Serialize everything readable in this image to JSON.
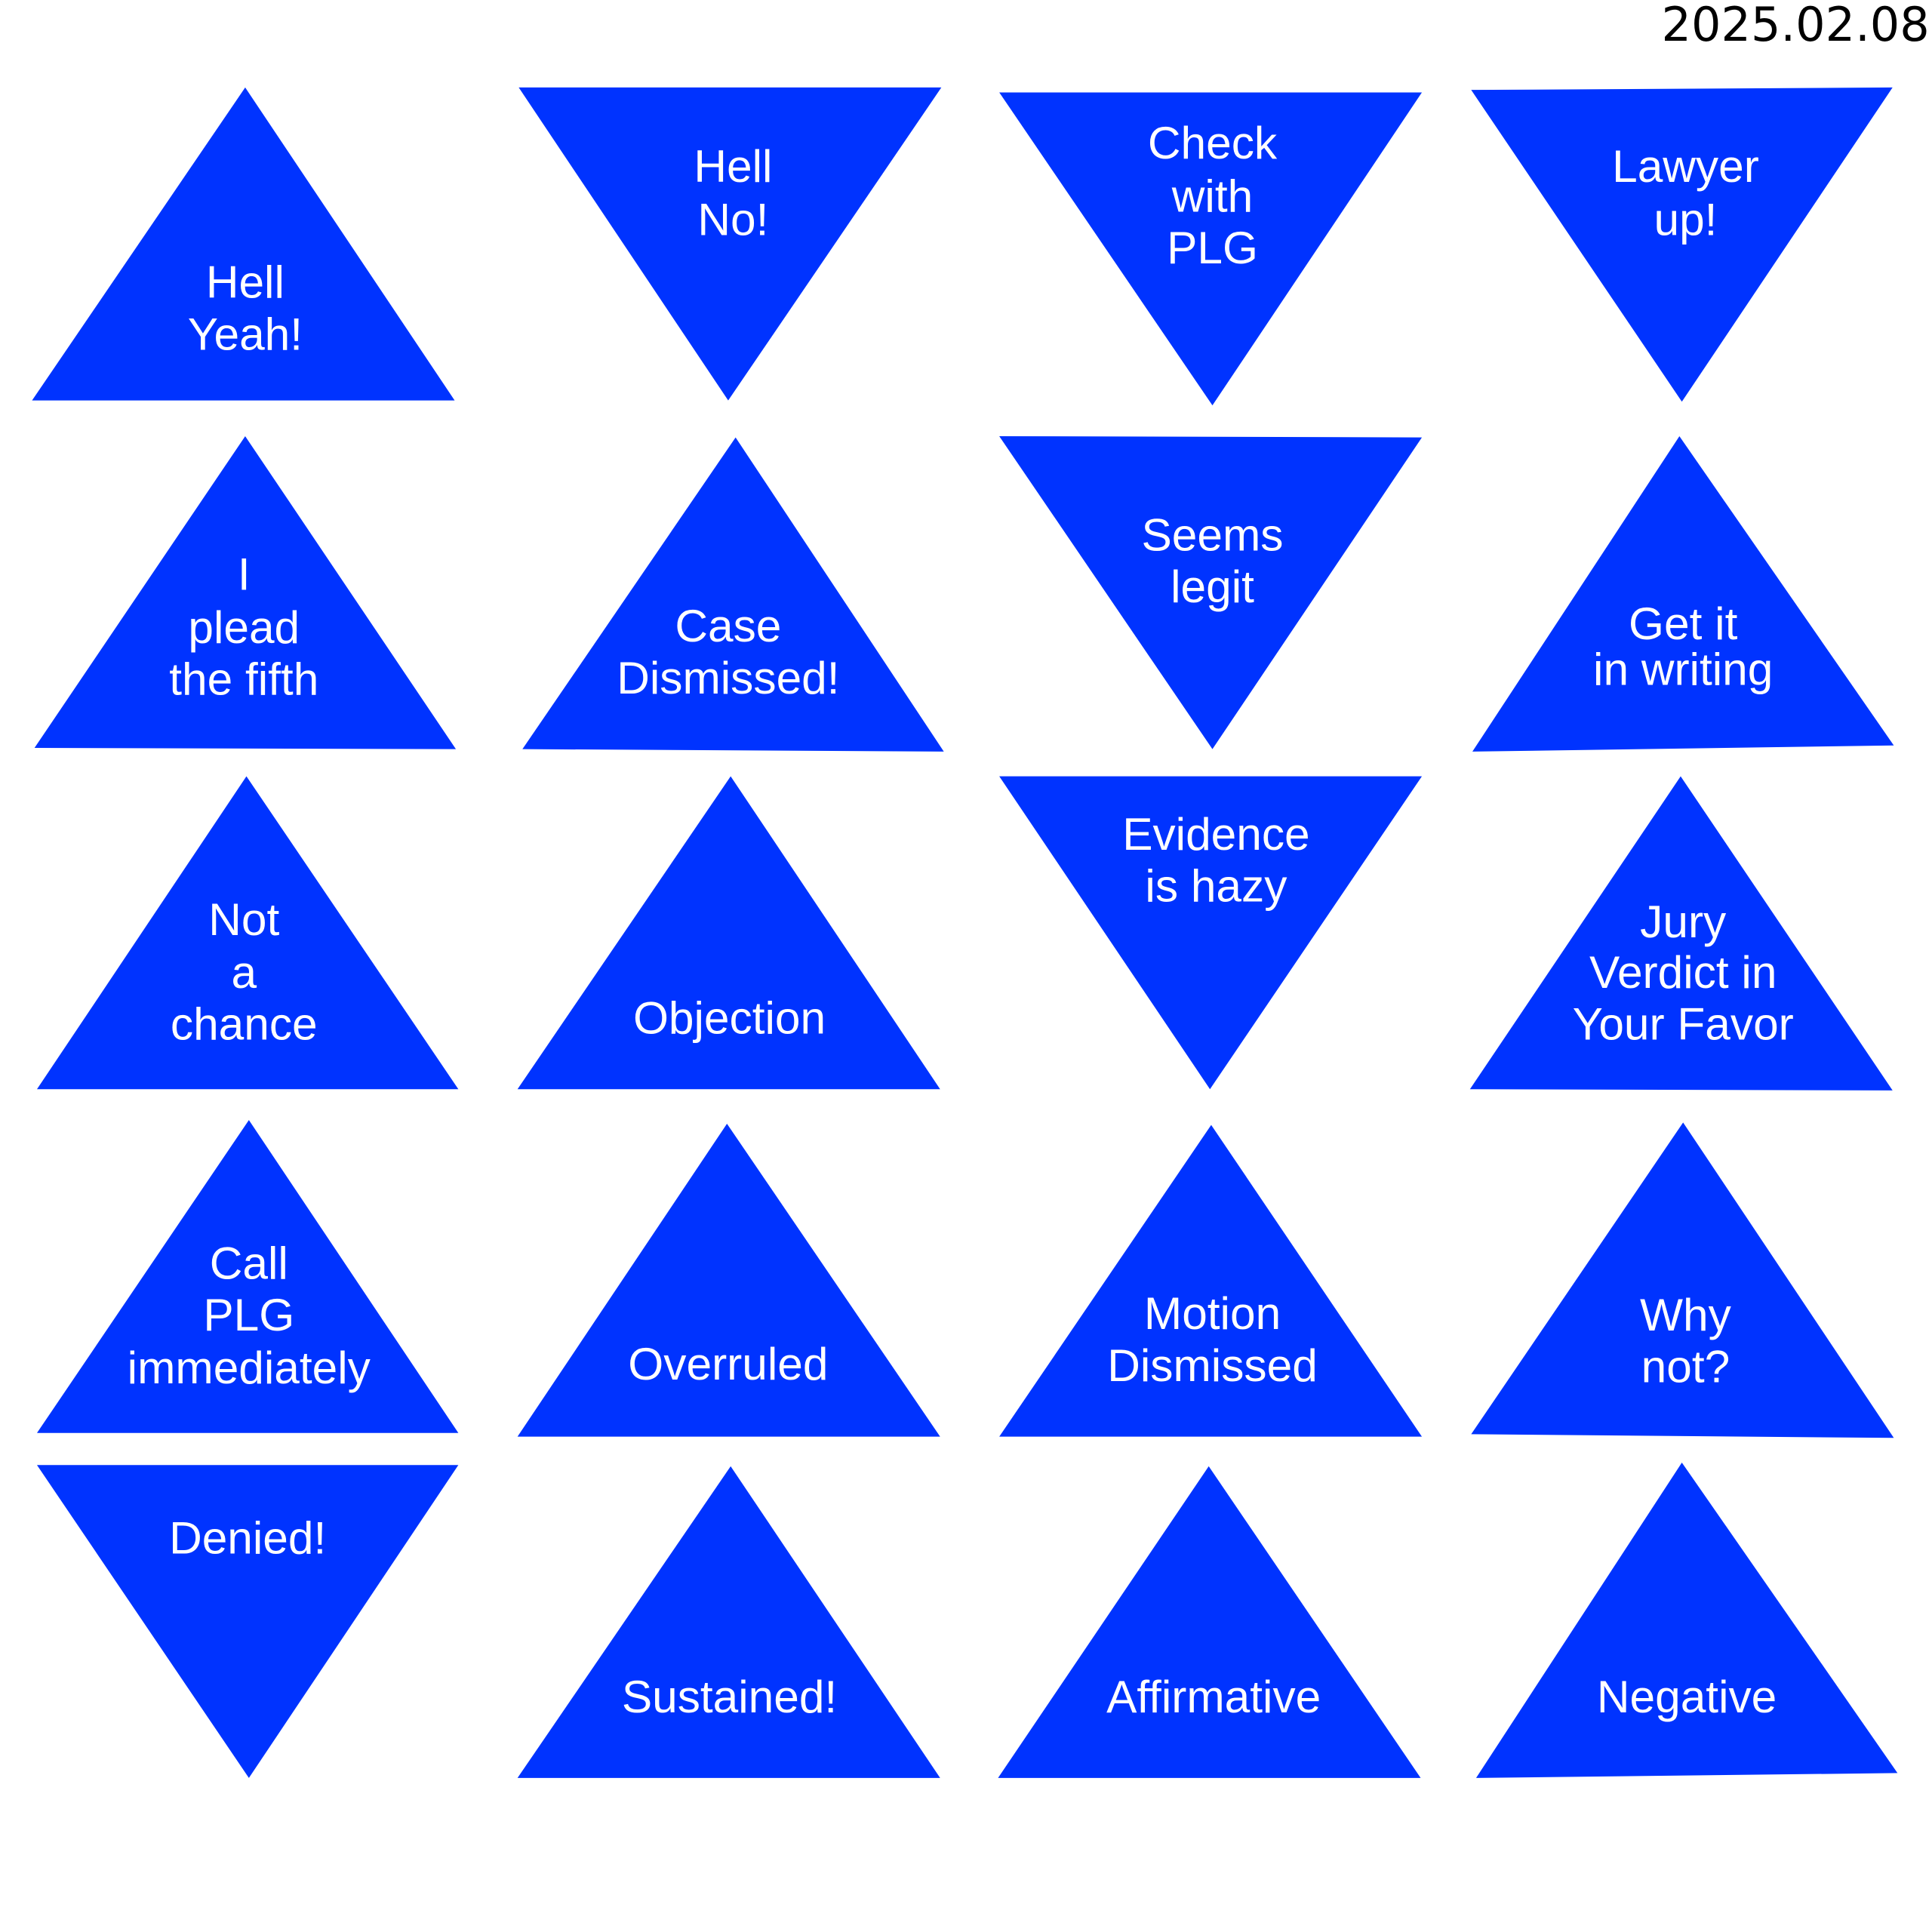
{
  "date": "2025.02.08",
  "colors": {
    "triangle": "#0033FF",
    "text": "#FFFFFF",
    "background": "#FFFFFF"
  },
  "cards": [
    {
      "direction": "up",
      "lines": [
        "Hell",
        "Yeah!"
      ]
    },
    {
      "direction": "down",
      "lines": [
        "Hell",
        "No!"
      ]
    },
    {
      "direction": "down",
      "lines": [
        "Check",
        "with",
        "PLG"
      ]
    },
    {
      "direction": "down",
      "lines": [
        "Lawyer",
        "up!"
      ]
    },
    {
      "direction": "up",
      "lines": [
        "I",
        "plead",
        "the fifth"
      ]
    },
    {
      "direction": "up",
      "lines": [
        "Case",
        "Dismissed!"
      ]
    },
    {
      "direction": "down",
      "lines": [
        "Seems",
        "legit"
      ]
    },
    {
      "direction": "up",
      "lines": [
        "Get it",
        "in writing"
      ]
    },
    {
      "direction": "up",
      "lines": [
        "Not",
        "a",
        "chance"
      ]
    },
    {
      "direction": "up",
      "lines": [
        "Objection"
      ]
    },
    {
      "direction": "down",
      "lines": [
        "Evidence",
        "is hazy"
      ]
    },
    {
      "direction": "up",
      "lines": [
        "Jury",
        "Verdict in",
        "Your Favor"
      ]
    },
    {
      "direction": "up",
      "lines": [
        "Call",
        "PLG",
        "immediately"
      ]
    },
    {
      "direction": "up",
      "lines": [
        "Overruled"
      ]
    },
    {
      "direction": "up",
      "lines": [
        "Motion",
        "Dismissed"
      ]
    },
    {
      "direction": "up",
      "lines": [
        "Why",
        "not?"
      ]
    },
    {
      "direction": "down",
      "lines": [
        "Denied!"
      ]
    },
    {
      "direction": "up",
      "lines": [
        "Sustained!"
      ]
    },
    {
      "direction": "up",
      "lines": [
        "Affirmative"
      ]
    },
    {
      "direction": "up",
      "lines": [
        "Negative"
      ]
    }
  ]
}
